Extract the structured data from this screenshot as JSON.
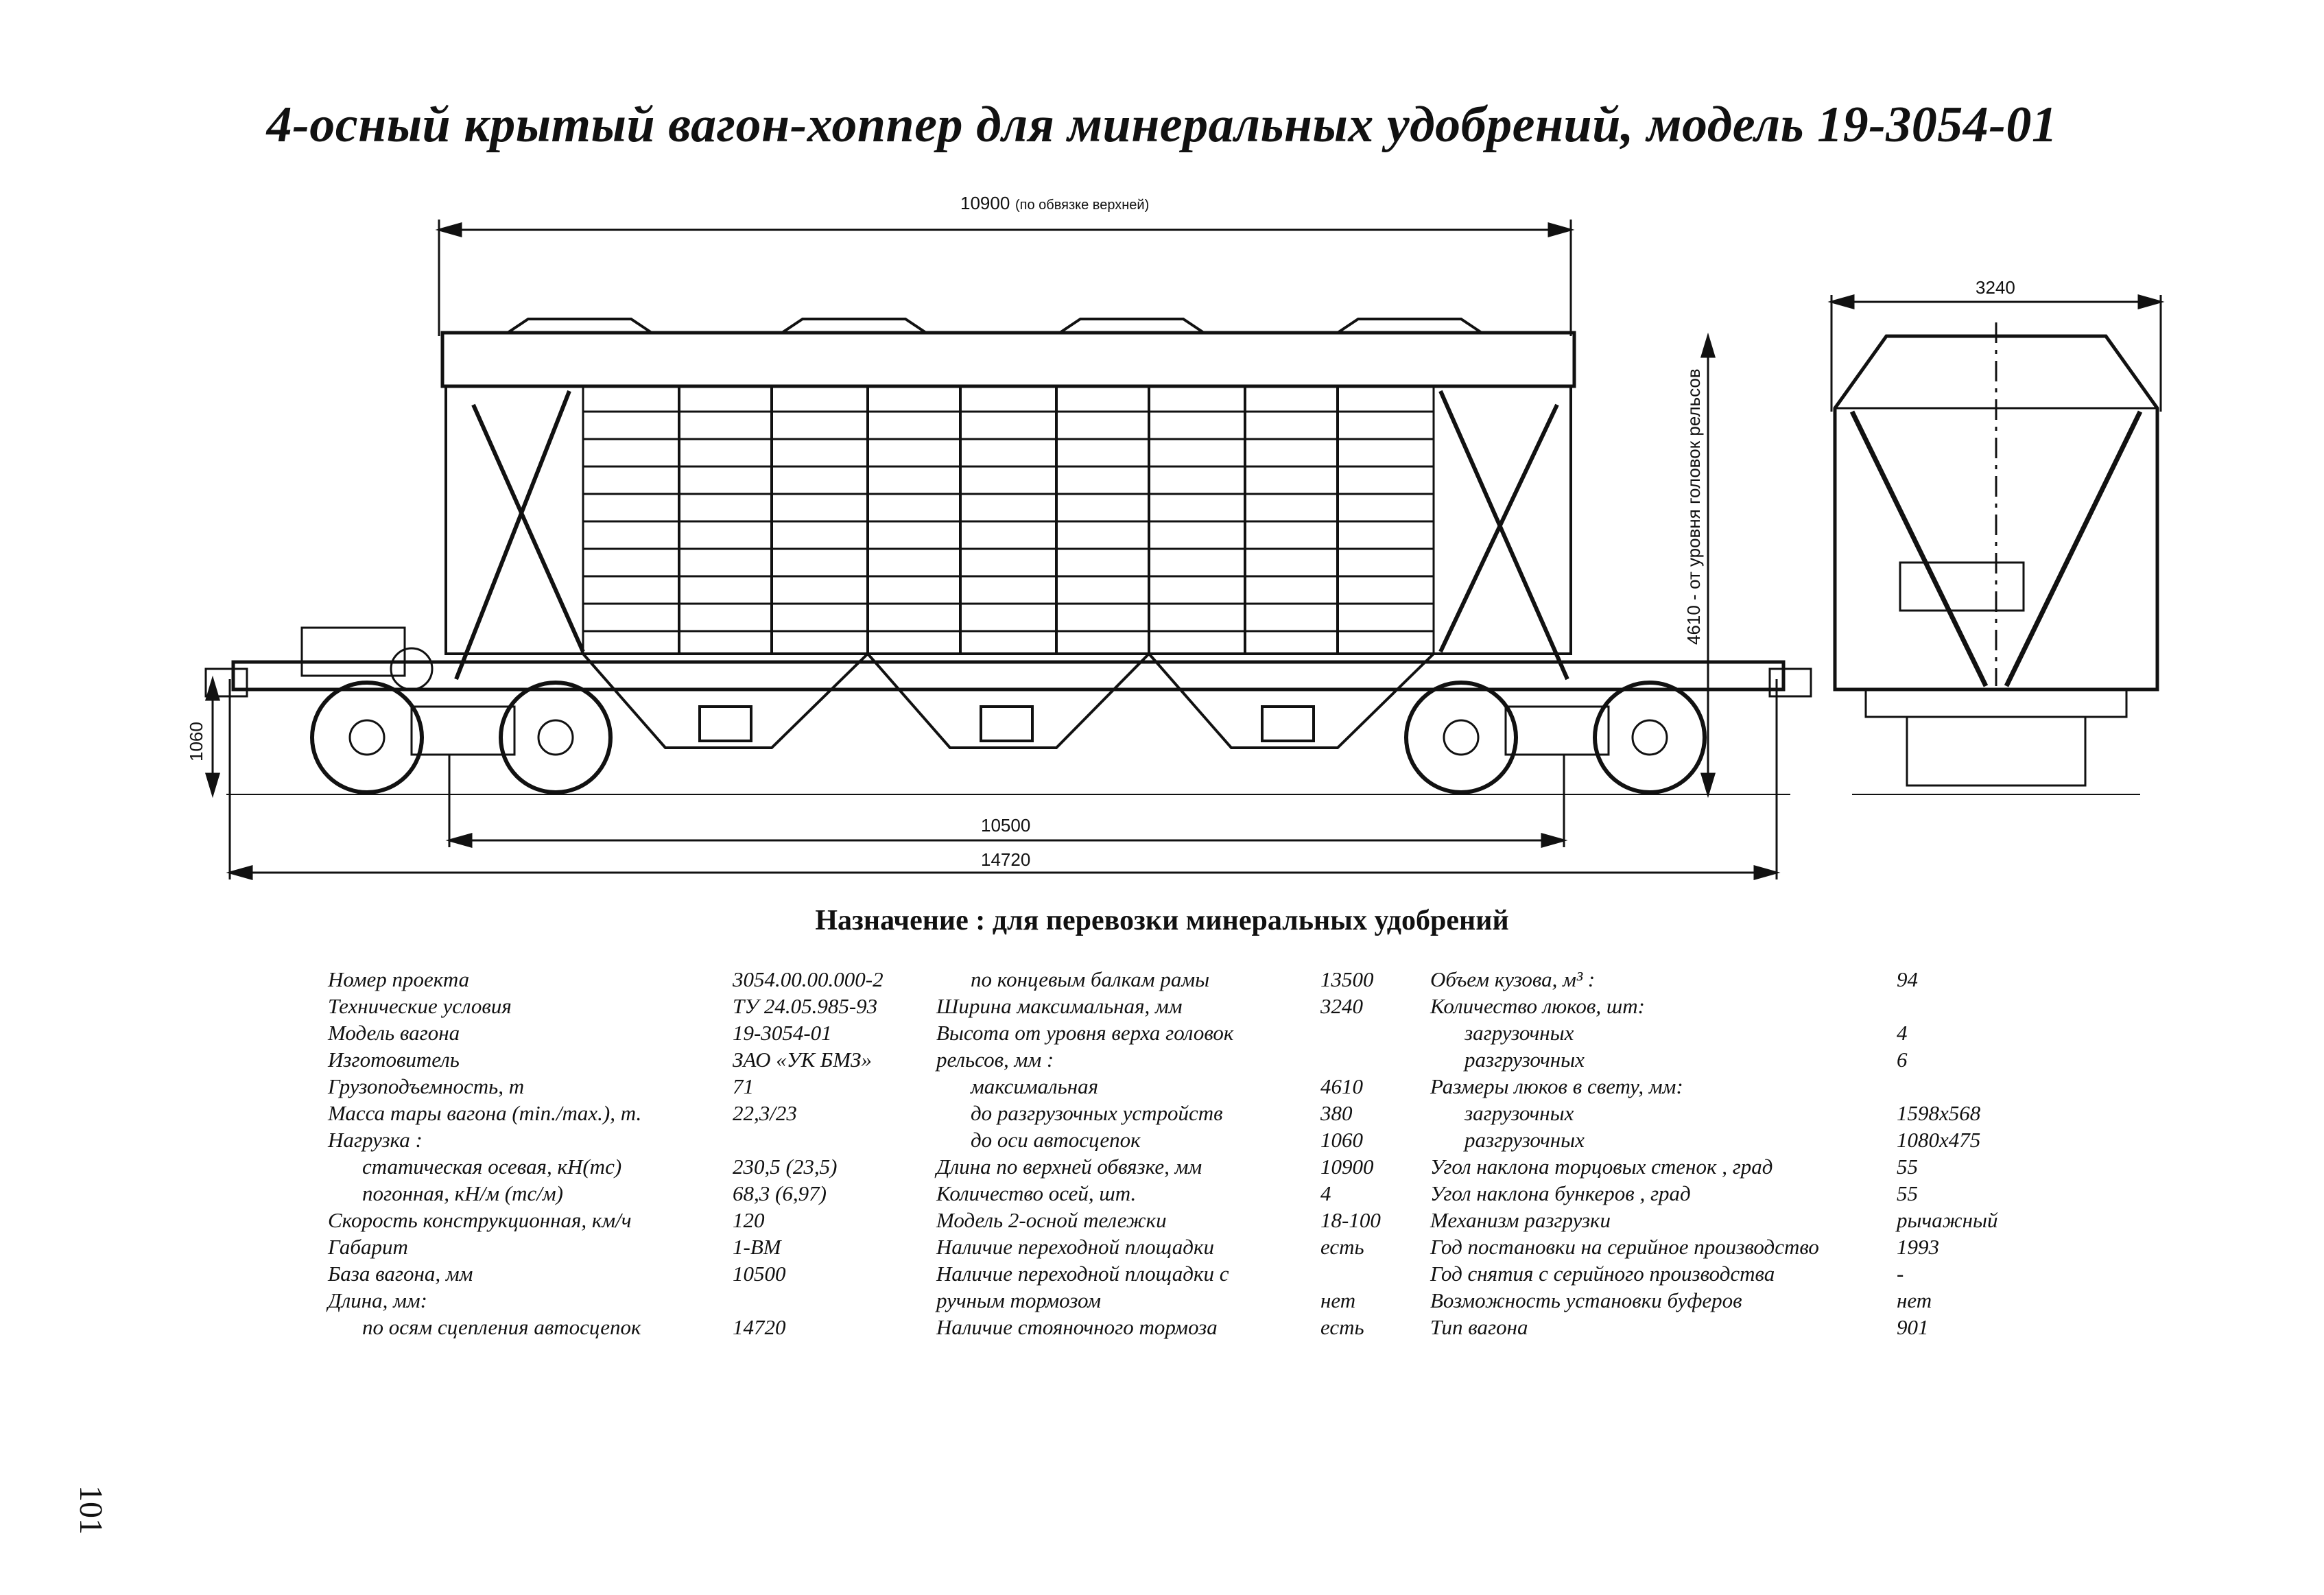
{
  "title": "4-осный крытый вагон-хоппер для минеральных удобрений, модель 19-3054-01",
  "drawing": {
    "dim_top": "10900",
    "dim_top_note": "(по обвязке верхней)",
    "dim_height": "4610 - от уровня головок рельсов",
    "dim_base": "10500",
    "dim_length": "14720",
    "dim_coupler": "1060",
    "dim_width": "3240"
  },
  "purpose": "Назначение : для перевозки минеральных удобрений",
  "col1": [
    {
      "label": "Номер проекта",
      "value": "3054.00.00.000-2",
      "indent": 0
    },
    {
      "label": "Технические условия",
      "value": "ТУ 24.05.985-93",
      "indent": 0
    },
    {
      "label": "Модель вагона",
      "value": "19-3054-01",
      "indent": 0
    },
    {
      "label": "Изготовитель",
      "value": "ЗАО «УК БМЗ»",
      "indent": 0
    },
    {
      "label": "Грузоподъемность, т",
      "value": "71",
      "indent": 0
    },
    {
      "label": "Масса тары вагона (min./max.), т.",
      "value": "22,3/23",
      "indent": 0
    },
    {
      "label": "Нагрузка :",
      "value": "",
      "indent": 0
    },
    {
      "label": "статическая осевая, кН(тс)",
      "value": "230,5 (23,5)",
      "indent": 1
    },
    {
      "label": "погонная, кН/м (тс/м)",
      "value": "68,3 (6,97)",
      "indent": 1
    },
    {
      "label": "Скорость конструкционная, км/ч",
      "value": "120",
      "indent": 0
    },
    {
      "label": "Габарит",
      "value": "1-ВМ",
      "indent": 0
    },
    {
      "label": "База вагона, мм",
      "value": "10500",
      "indent": 0
    },
    {
      "label": "Длина, мм:",
      "value": "",
      "indent": 0
    },
    {
      "label": "по осям сцепления автосцепок",
      "value": "14720",
      "indent": 1
    }
  ],
  "col2": [
    {
      "label": "по концевым балкам рамы",
      "value": "13500",
      "indent": 1
    },
    {
      "label": "Ширина максимальная, мм",
      "value": "3240",
      "indent": 0
    },
    {
      "label": "Высота от уровня верха головок",
      "value": "",
      "indent": 0
    },
    {
      "label": "рельсов, мм :",
      "value": "",
      "indent": 0
    },
    {
      "label": "максимальная",
      "value": "4610",
      "indent": 1
    },
    {
      "label": "до разгрузочных устройств",
      "value": "380",
      "indent": 1
    },
    {
      "label": "до оси автосцепок",
      "value": "1060",
      "indent": 1
    },
    {
      "label": "Длина по верхней обвязке, мм",
      "value": "10900",
      "indent": 0
    },
    {
      "label": "Количество осей, шт.",
      "value": "4",
      "indent": 0
    },
    {
      "label": "Модель 2-осной тележки",
      "value": "18-100",
      "indent": 0
    },
    {
      "label": "Наличие переходной площадки",
      "value": "есть",
      "indent": 0
    },
    {
      "label": "Наличие переходной площадки с",
      "value": "",
      "indent": 0
    },
    {
      "label": "ручным тормозом",
      "value": "нет",
      "indent": 0
    },
    {
      "label": "Наличие стояночного тормоза",
      "value": "есть",
      "indent": 0
    }
  ],
  "col3": [
    {
      "label": "Объем кузова, м³ :",
      "value": "94",
      "indent": 0
    },
    {
      "label": "Количество люков, шт:",
      "value": "",
      "indent": 0
    },
    {
      "label": "загрузочных",
      "value": "4",
      "indent": 1
    },
    {
      "label": "разгрузочных",
      "value": "6",
      "indent": 1
    },
    {
      "label": "Размеры люков в свету, мм:",
      "value": "",
      "indent": 0
    },
    {
      "label": "загрузочных",
      "value": "1598x568",
      "indent": 1
    },
    {
      "label": "разгрузочных",
      "value": "1080x475",
      "indent": 1
    },
    {
      "label": "Угол наклона торцовых стенок , град",
      "value": "55",
      "indent": 0
    },
    {
      "label": "Угол наклона бункеров , град",
      "value": "55",
      "indent": 0
    },
    {
      "label": "Механизм разгрузки",
      "value": "рычажный",
      "indent": 0
    },
    {
      "label": "Год постановки на серийное производство",
      "value": "1993",
      "indent": 0
    },
    {
      "label": "Год снятия с серийного производства",
      "value": "-",
      "indent": 0
    },
    {
      "label": "Возможность установки буферов",
      "value": "нет",
      "indent": 0
    },
    {
      "label": "Тип вагона",
      "value": "901",
      "indent": 0
    }
  ],
  "page_number": "101"
}
